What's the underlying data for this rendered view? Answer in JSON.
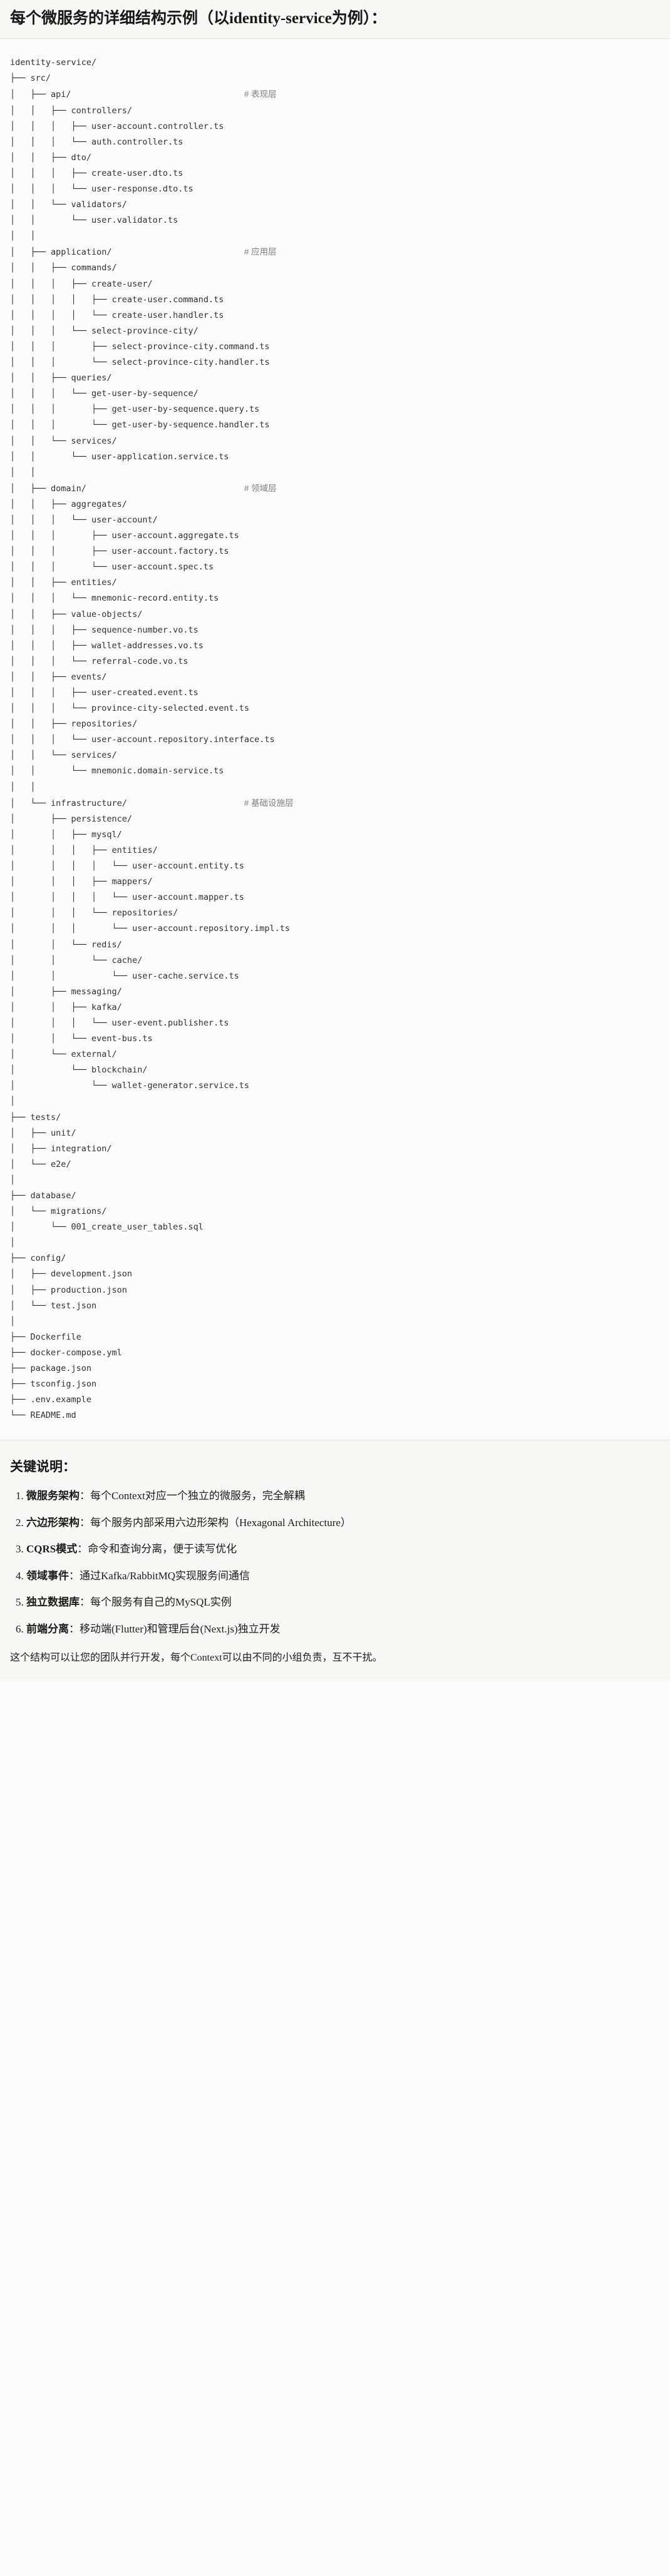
{
  "heading": {
    "title": "每个微服务的详细结构示例（以identity-service为例）："
  },
  "tree": {
    "root": "identity-service/",
    "comments": {
      "api": "# 表现层",
      "application": "# 应用层",
      "domain": "# 领域层",
      "infrastructure": "# 基础设施层"
    },
    "lines": [
      "identity-service/",
      "├── src/",
      "│   ├── api/                                  # 表现层",
      "│   │   ├── controllers/",
      "│   │   │   ├── user-account.controller.ts",
      "│   │   │   └── auth.controller.ts",
      "│   │   ├── dto/",
      "│   │   │   ├── create-user.dto.ts",
      "│   │   │   └── user-response.dto.ts",
      "│   │   └── validators/",
      "│   │       └── user.validator.ts",
      "│   │",
      "│   ├── application/                          # 应用层",
      "│   │   ├── commands/",
      "│   │   │   ├── create-user/",
      "│   │   │   │   ├── create-user.command.ts",
      "│   │   │   │   └── create-user.handler.ts",
      "│   │   │   └── select-province-city/",
      "│   │   │       ├── select-province-city.command.ts",
      "│   │   │       └── select-province-city.handler.ts",
      "│   │   ├── queries/",
      "│   │   │   └── get-user-by-sequence/",
      "│   │   │       ├── get-user-by-sequence.query.ts",
      "│   │   │       └── get-user-by-sequence.handler.ts",
      "│   │   └── services/",
      "│   │       └── user-application.service.ts",
      "│   │",
      "│   ├── domain/                               # 领域层",
      "│   │   ├── aggregates/",
      "│   │   │   └── user-account/",
      "│   │   │       ├── user-account.aggregate.ts",
      "│   │   │       ├── user-account.factory.ts",
      "│   │   │       └── user-account.spec.ts",
      "│   │   ├── entities/",
      "│   │   │   └── mnemonic-record.entity.ts",
      "│   │   ├── value-objects/",
      "│   │   │   ├── sequence-number.vo.ts",
      "│   │   │   ├── wallet-addresses.vo.ts",
      "│   │   │   └── referral-code.vo.ts",
      "│   │   ├── events/",
      "│   │   │   ├── user-created.event.ts",
      "│   │   │   └── province-city-selected.event.ts",
      "│   │   ├── repositories/",
      "│   │   │   └── user-account.repository.interface.ts",
      "│   │   └── services/",
      "│   │       └── mnemonic.domain-service.ts",
      "│   │",
      "│   └── infrastructure/                       # 基础设施层",
      "│       ├── persistence/",
      "│       │   ├── mysql/",
      "│       │   │   ├── entities/",
      "│       │   │   │   └── user-account.entity.ts",
      "│       │   │   ├── mappers/",
      "│       │   │   │   └── user-account.mapper.ts",
      "│       │   │   └── repositories/",
      "│       │   │       └── user-account.repository.impl.ts",
      "│       │   └── redis/",
      "│       │       └── cache/",
      "│       │           └── user-cache.service.ts",
      "│       ├── messaging/",
      "│       │   ├── kafka/",
      "│       │   │   └── user-event.publisher.ts",
      "│       │   └── event-bus.ts",
      "│       └── external/",
      "│           └── blockchain/",
      "│               └── wallet-generator.service.ts",
      "│",
      "├── tests/",
      "│   ├── unit/",
      "│   ├── integration/",
      "│   └── e2e/",
      "│",
      "├── database/",
      "│   └── migrations/",
      "│       └── 001_create_user_tables.sql",
      "│",
      "├── config/",
      "│   ├── development.json",
      "│   ├── production.json",
      "│   └── test.json",
      "│",
      "├── Dockerfile",
      "├── docker-compose.yml",
      "├── package.json",
      "├── tsconfig.json",
      "├── .env.example",
      "└── README.md"
    ]
  },
  "notes": {
    "title": "关键说明：",
    "items": [
      {
        "term": "微服务架构",
        "sep": "：",
        "desc": "每个Context对应一个独立的微服务，完全解耦"
      },
      {
        "term": "六边形架构",
        "sep": "：",
        "desc": "每个服务内部采用六边形架构（Hexagonal Architecture）"
      },
      {
        "term": "CQRS模式",
        "sep": "：",
        "desc": "命令和查询分离，便于读写优化"
      },
      {
        "term": "领域事件",
        "sep": "：",
        "desc": "通过Kafka/RabbitMQ实现服务间通信"
      },
      {
        "term": "独立数据库",
        "sep": "：",
        "desc": "每个服务有自己的MySQL实例"
      },
      {
        "term": "前端分离",
        "sep": "：",
        "desc": "移动端(Flutter)和管理后台(Next.js)独立开发"
      }
    ],
    "closing": "这个结构可以让您的团队并行开发，每个Context可以由不同的小组负责，互不干扰。"
  },
  "colors": {
    "page_bg": "#fdfcfa",
    "band_bg": "#f8f7f3",
    "border": "#e2e0da",
    "text": "#1b1b1b",
    "code_text": "#2f3134",
    "comment_text": "#7b7f85"
  }
}
